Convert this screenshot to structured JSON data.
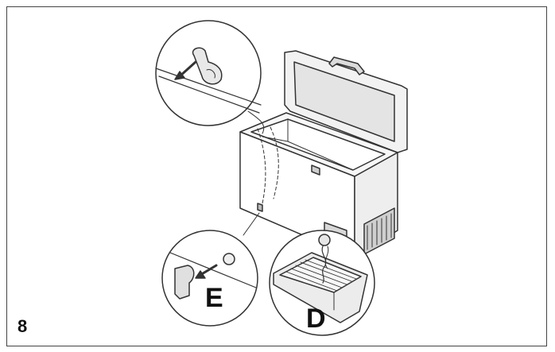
{
  "figure": {
    "number": "8",
    "callouts": {
      "e": "E",
      "d": "D"
    },
    "colors": {
      "line": "#333333",
      "panel": "#e6e6e6",
      "background": "#ffffff"
    }
  }
}
